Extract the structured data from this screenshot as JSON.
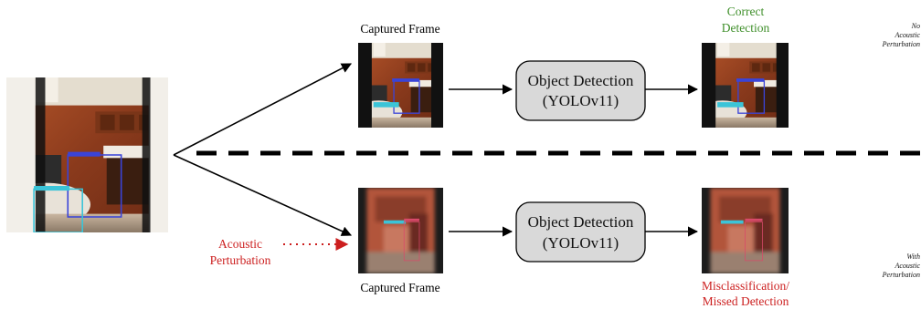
{
  "colors": {
    "correct": "#3f8f2a",
    "error": "#cc1f1f",
    "box_fill": "#d9d9d9",
    "arrow": "#000000",
    "dashed_divider": "#000000"
  },
  "top_path": {
    "captured_label": "Captured Frame",
    "detector_line1": "Object Detection",
    "detector_line2": "(YOLOv11)",
    "result_line1": "Correct",
    "result_line2": "Detection"
  },
  "bottom_path": {
    "perturbation_line1": "Acoustic",
    "perturbation_line2": "Perturbation",
    "captured_label": "Captured Frame",
    "detector_line1": "Object Detection",
    "detector_line2": "(YOLOv11)",
    "result_line1": "Misclassification/",
    "result_line2": "Missed Detection"
  },
  "side_labels": {
    "top": [
      "No",
      "Acoustic",
      "Perturbation"
    ],
    "bottom": [
      "With",
      "Acoustic",
      "Perturbation"
    ]
  },
  "images": {
    "source": "kitchen-scene-with-detections",
    "top_captured": "kitchen-frame-sharp",
    "top_result": "kitchen-frame-correct-boxes",
    "bottom_captured": "kitchen-frame-blurred",
    "bottom_result": "kitchen-frame-blurred-wrong-boxes"
  }
}
